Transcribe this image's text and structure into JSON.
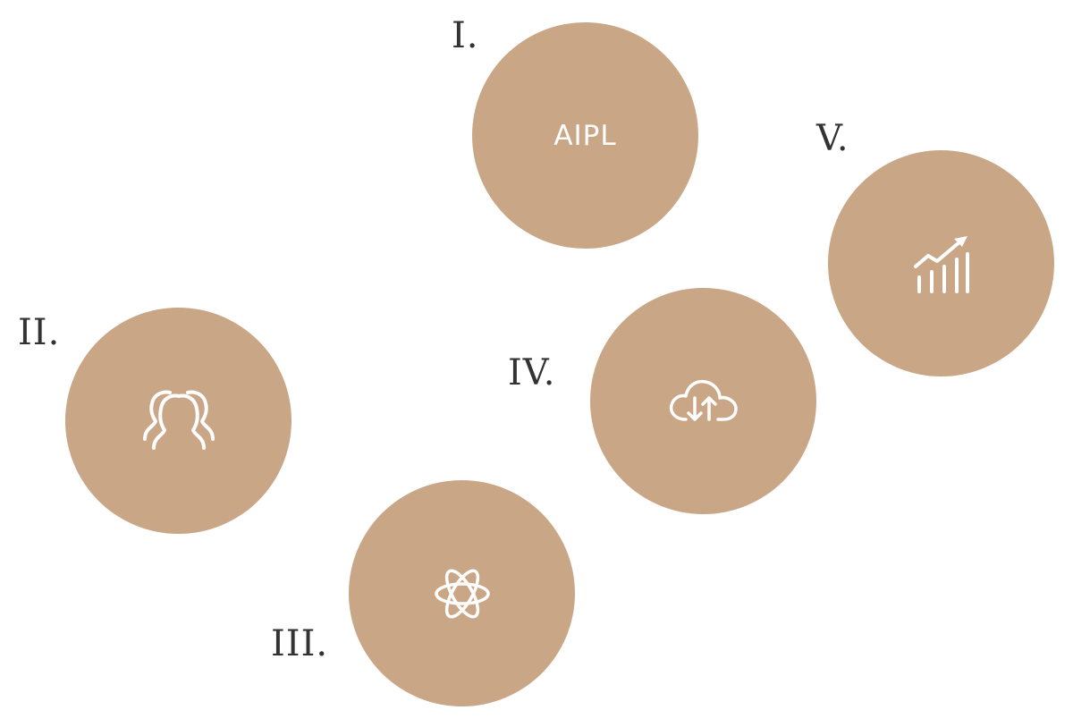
{
  "theme": {
    "circle_color": "#c9a786",
    "icon_color": "#ffffff",
    "numeral_color": "#333333",
    "background": "#ffffff"
  },
  "nodes": [
    {
      "numeral": "I.",
      "icon": "text-aipl",
      "text": "AIPL"
    },
    {
      "numeral": "II.",
      "icon": "people-icon"
    },
    {
      "numeral": "III.",
      "icon": "atom-icon"
    },
    {
      "numeral": "IV.",
      "icon": "cloud-sync-icon"
    },
    {
      "numeral": "V.",
      "icon": "growth-chart-icon"
    }
  ]
}
